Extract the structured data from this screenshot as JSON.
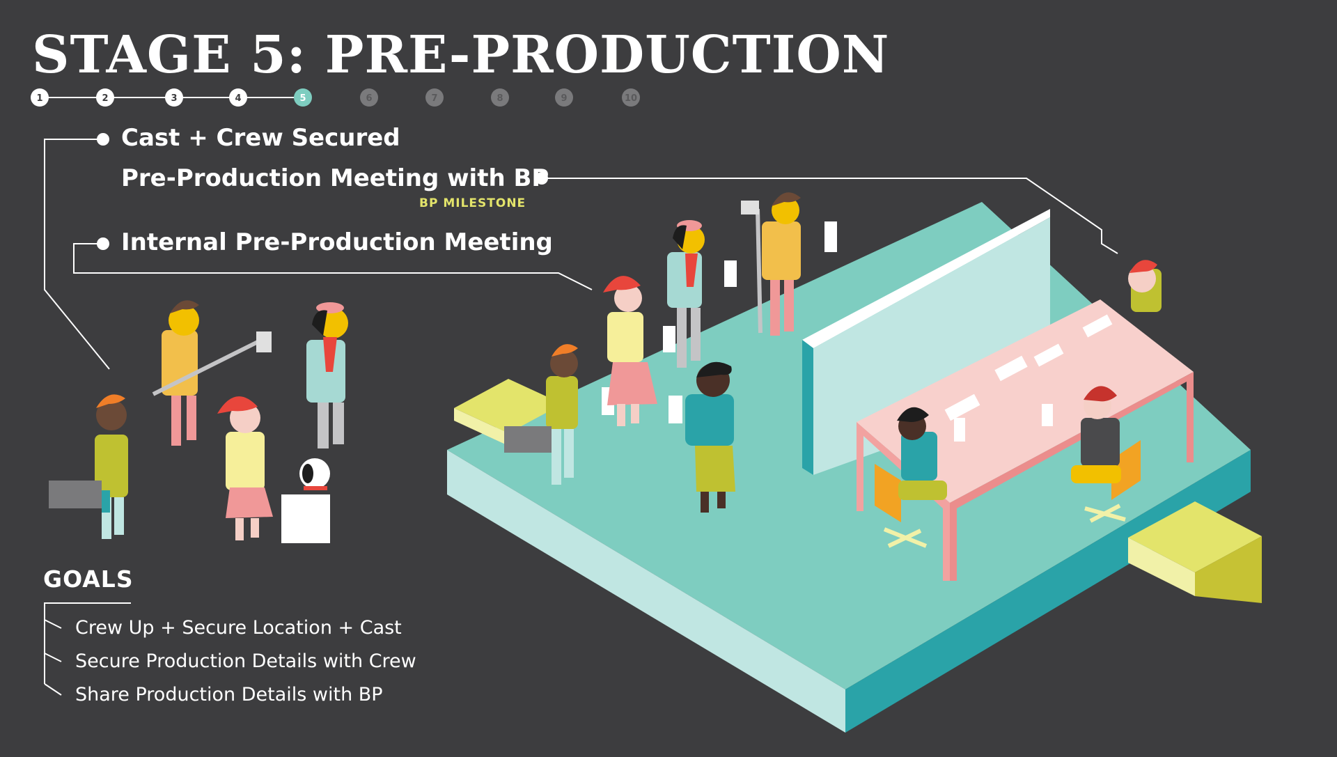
{
  "title": "STAGE 5: PRE-PRODUCTION",
  "stepper": {
    "steps": [
      "1",
      "2",
      "3",
      "4",
      "5",
      "6",
      "7",
      "8",
      "9",
      "10"
    ],
    "current": 5,
    "colors": {
      "done": "#ffffff",
      "current": "#7ecdc0",
      "todo": "#7a7a7c"
    }
  },
  "milestones": [
    {
      "label": "Cast + Crew Secured"
    },
    {
      "label": "Pre-Production Meeting with BP",
      "tag": "BP MILESTONE"
    },
    {
      "label": "Internal Pre-Production Meeting"
    }
  ],
  "goals": {
    "heading": "GOALS",
    "items": [
      "Crew Up + Secure Location + Cast",
      "Secure Production Details with Crew",
      "Share Production Details with BP"
    ]
  },
  "palette": {
    "background": "#3d3d3f",
    "platform": "#7ecdc0",
    "platform_side": "#2aa3a8",
    "wall": "#c0e6e2",
    "table": "#f8d0cc",
    "accent_yellow": "#e3e46b"
  }
}
